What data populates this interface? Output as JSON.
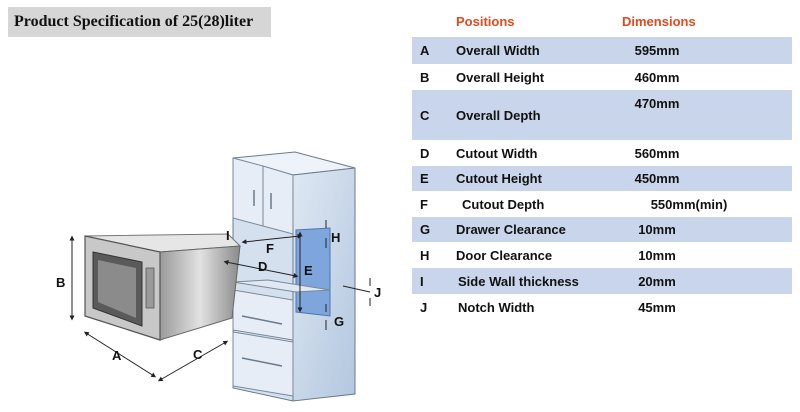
{
  "title": "Product Specification of 25(28)liter",
  "table": {
    "headers": {
      "positions": "Positions",
      "dimensions": "Dimensions"
    },
    "rows": [
      {
        "code": "A",
        "name": "Overall Width",
        "value": "595mm"
      },
      {
        "code": "B",
        "name": "Overall Height",
        "value": "460mm"
      },
      {
        "code": "C",
        "name": "Overall Depth",
        "value": "470mm"
      },
      {
        "code": "D",
        "name": "Cutout Width",
        "value": "560mm"
      },
      {
        "code": "E",
        "name": "Cutout Height",
        "value": "450mm"
      },
      {
        "code": "F",
        "name": "Cutout Depth",
        "value": "550mm(min)"
      },
      {
        "code": "G",
        "name": "Drawer Clearance",
        "value": "10mm"
      },
      {
        "code": "H",
        "name": "Door Clearance",
        "value": "10mm"
      },
      {
        "code": "I",
        "name": "Side Wall thickness",
        "value": "20mm"
      },
      {
        "code": "J",
        "name": "Notch Width",
        "value": "45mm"
      }
    ]
  },
  "diagram_labels": {
    "a": "A",
    "b": "B",
    "c": "C",
    "d": "D",
    "e": "E",
    "f": "F",
    "g": "G",
    "h": "H",
    "i": "I",
    "j": "J"
  },
  "colors": {
    "header_text": "#e14a1f",
    "row_shade": "#c9d5ea",
    "cabinet_glass": "#c7d7ea",
    "cutout": "#7fa6dc"
  }
}
